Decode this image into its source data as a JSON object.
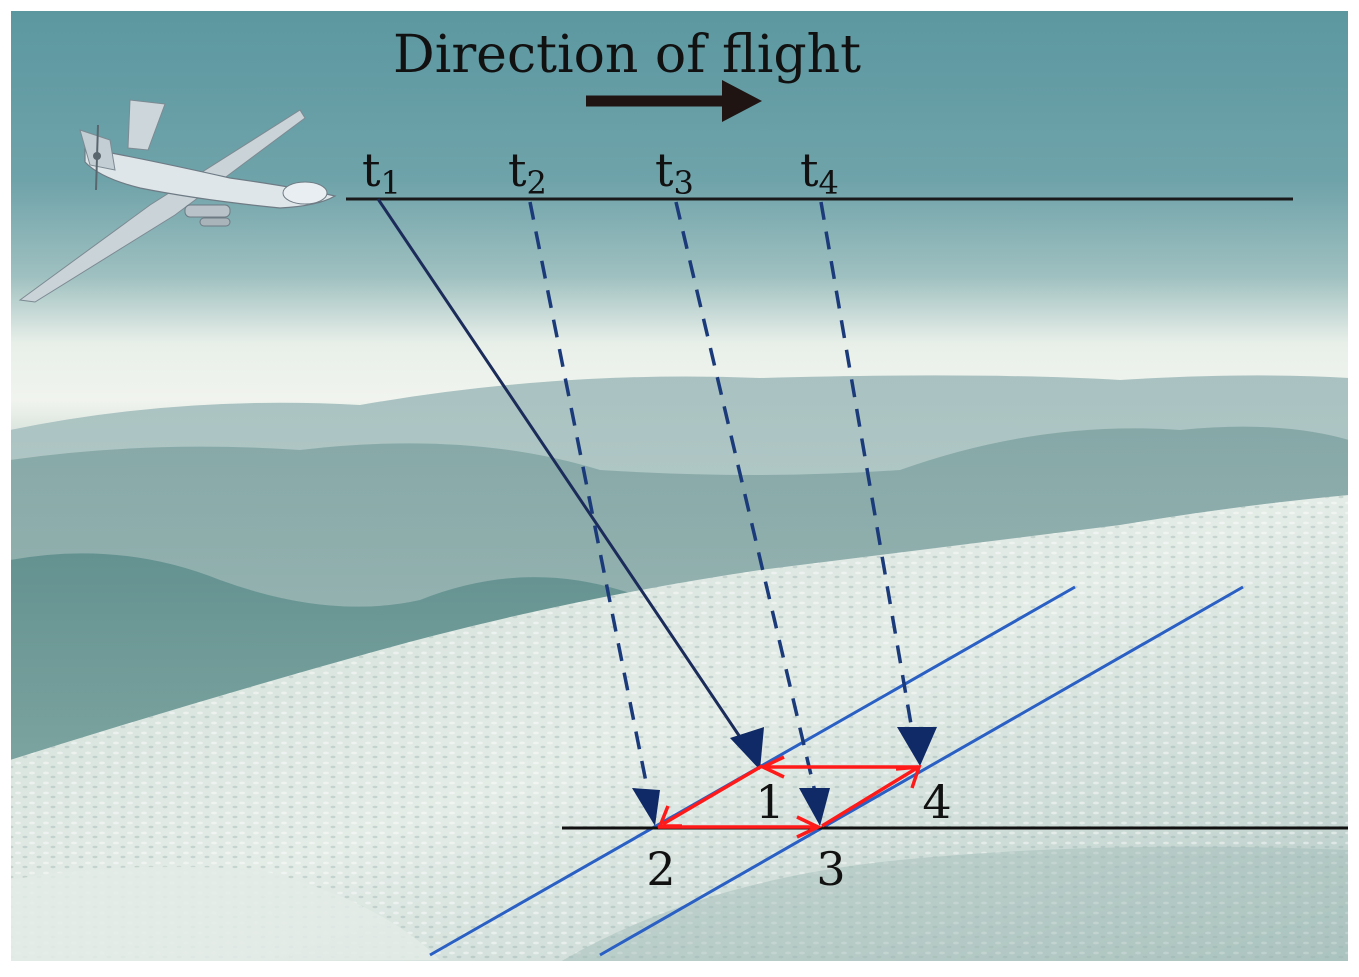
{
  "title": "Direction of flight",
  "time_labels": [
    {
      "base": "t",
      "sub": "1"
    },
    {
      "base": "t",
      "sub": "2"
    },
    {
      "base": "t",
      "sub": "3"
    },
    {
      "base": "t",
      "sub": "4"
    }
  ],
  "ground_points": [
    "1",
    "2",
    "3",
    "4"
  ],
  "colors": {
    "flight_path": "#1a1a1a",
    "direction_arrow": "#1f1412",
    "solid_ray": "#1b2b5a",
    "dashed_ray": "#1b3a7a",
    "arrowhead": "#0f2a66",
    "red_vectors": "#ff1a1a",
    "blue_guides": "#2a5fc4",
    "sky_top": "#5f9aa3",
    "sky_haze": "#eef3ee"
  },
  "icons": [
    "uav-drone-icon",
    "direction-arrow-icon"
  ]
}
